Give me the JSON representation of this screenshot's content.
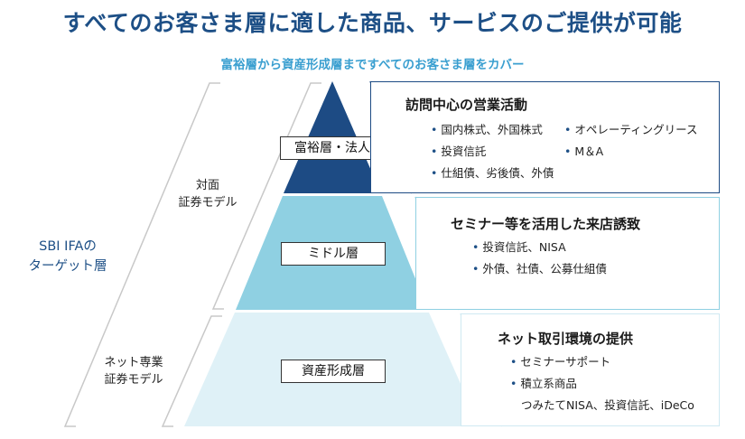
{
  "title": "すべてのお客さま層に適した商品、サービスのご提供が可能",
  "subtitle": "富裕層から資産形成層まですべてのお客さま層をカバー",
  "target": {
    "line1": "SBI IFAの",
    "line2": "ターゲット層"
  },
  "models": {
    "face": {
      "line1": "対面",
      "line2": "証券モデル"
    },
    "net": {
      "line1": "ネット専業",
      "line2": "証券モデル"
    }
  },
  "tiers": [
    {
      "label": "富裕層・法人",
      "color": "#1d4b84"
    },
    {
      "label": "ミドル層",
      "color": "#8fd0e2"
    },
    {
      "label": "資産形成層",
      "color": "#dff1f7"
    }
  ],
  "panels": [
    {
      "title": "訪問中心の営業活動",
      "bullets": [
        "国内株式、外国株式",
        "投資信託",
        "仕組債、劣後債、外債",
        "オペレーティングリース",
        "M＆A"
      ]
    },
    {
      "title": "セミナー等を活用した来店誘致",
      "bullets": [
        "投資信託、NISA",
        "外債、社債、公募仕組債"
      ]
    },
    {
      "title": "ネット取引環境の提供",
      "bullets": [
        "セミナーサポート",
        "積立系商品"
      ],
      "note": "つみたてNISA、投資信託、iDeCo"
    }
  ],
  "bullet_glyph": "•",
  "colors": {
    "title": "#1d4f86",
    "subtitle": "#3a9fd0",
    "bracket": "#c8c8c8",
    "panel_top_border": "#1d4b84",
    "panel_mid_border": "#8fd0e2",
    "panel_bot_border": "#cfe9f2"
  }
}
